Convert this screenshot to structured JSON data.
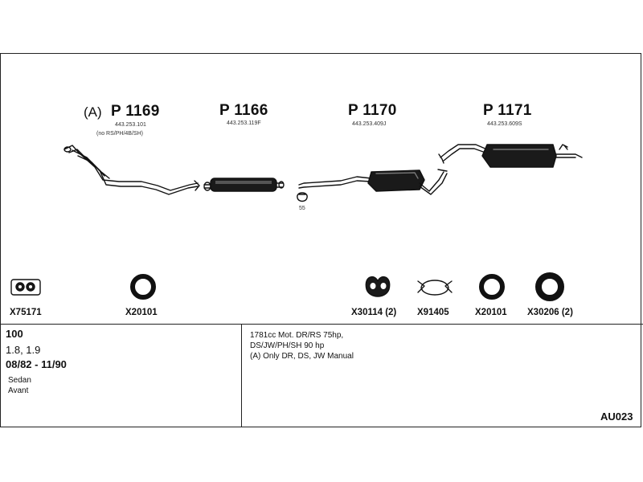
{
  "parts": [
    {
      "prefix": "(A)",
      "number": "P 1169",
      "oe": "443.253.101",
      "note": "(no RS/PH/4B/SH)"
    },
    {
      "number": "P 1166",
      "oe": "443.253.119F"
    },
    {
      "number": "P 1170",
      "oe": "443.253.409J"
    },
    {
      "number": "P 1171",
      "oe": "443.253.609S"
    }
  ],
  "clamp_label": "55",
  "fittings": [
    "X75171",
    "X20101",
    "X30114 (2)",
    "X91405",
    "X20101",
    "X30206 (2)"
  ],
  "vehicle": {
    "model": "100",
    "engines": "1.8, 1.9",
    "years": "08/82 - 11/90",
    "body1": "Sedan",
    "body2": "Avant"
  },
  "notes": {
    "line1": "1781cc Mot. DR/RS 75hp,",
    "line2": "DS/JW/PH/SH 90 hp",
    "line3": "(A) Only DR, DS, JW Manual"
  },
  "code": "AU023"
}
